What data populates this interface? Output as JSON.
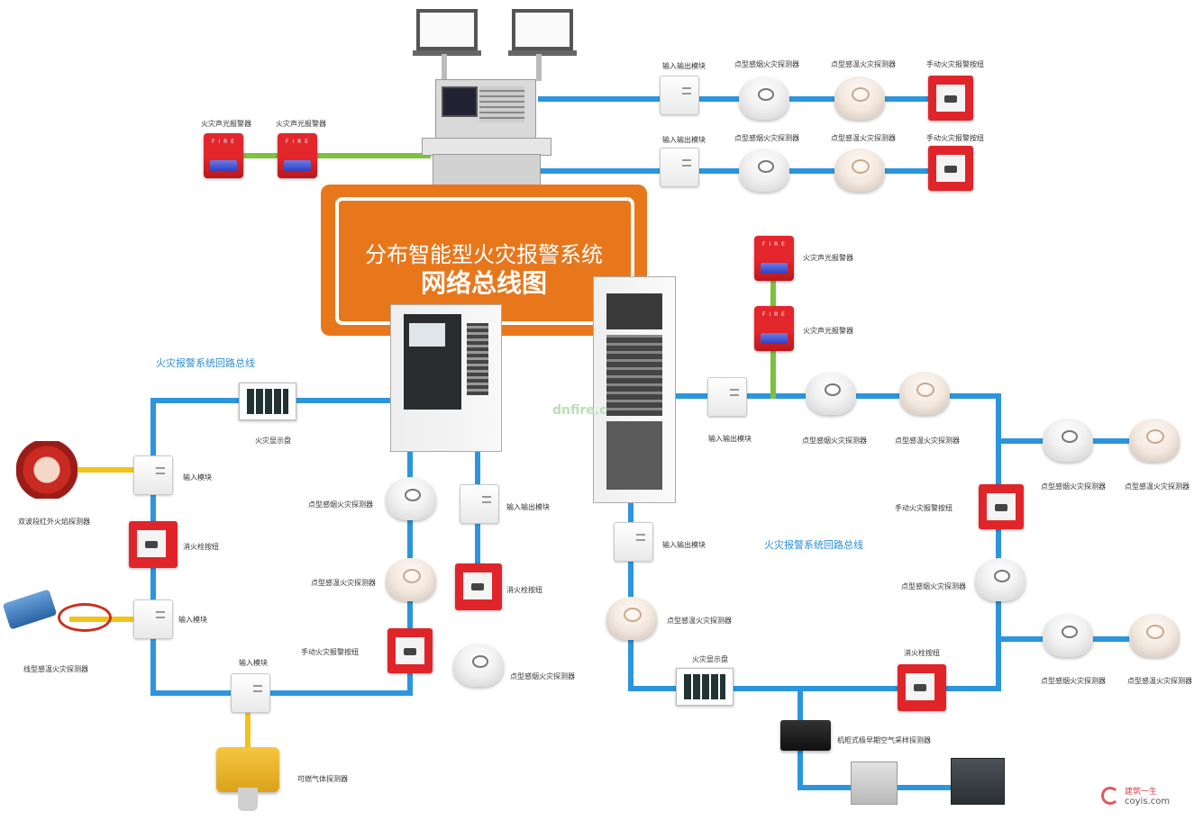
{
  "title": {
    "line1": "分布智能型火灾报警系统",
    "line2": "网络总线图"
  },
  "watermarks": {
    "center": "dnfire.c",
    "corner_top": "建筑一生",
    "corner_bottom": "coyis.com"
  },
  "bus_labels": {
    "left": "火灾报警系统回路总线",
    "right": "火灾报警系统回路总线"
  },
  "labels": {
    "top_io_1": "输入输出模块",
    "top_smoke_1": "点型感烟火灾探测器",
    "top_heat_1": "点型感温火灾探测器",
    "top_manual_1": "手动火灾报警按纽",
    "top_io_2": "输入输出模块",
    "top_smoke_2": "点型感烟火灾探测器",
    "top_heat_2": "点型感温火灾探测器",
    "top_manual_2": "手动火灾报警按纽",
    "strobe_1": "火灾声光报警器",
    "strobe_2": "火灾声光报警器",
    "left_display": "火灾显示盘",
    "left_input_1": "输入模块",
    "flame_detector": "双波段红外火焰探测器",
    "hydrant_button_left": "消火栓按纽",
    "left_input_2": "输入模块",
    "linear_heat": "线型感温火灾探测器",
    "bottom_input": "输入模块",
    "gas_detector": "可燃气体探测器",
    "mid_smoke_1": "点型感烟火灾探测器",
    "mid_heat": "点型感温火灾探测器",
    "mid_manual": "手动火灾报警按纽",
    "mid_io": "输入输出模块",
    "mid_hydrant": "消火栓按纽",
    "mid_smoke_2": "点型感烟火灾探测器",
    "right_strobe_1": "火灾声光报警器",
    "right_strobe_2": "火灾声光报警器",
    "right_io": "输入输出模块",
    "right_smoke": "点型感烟火灾探测器",
    "right_heat": "点型感温火灾探测器",
    "far_smoke_1": "点型感烟火灾探测器",
    "far_heat_1": "点型感温火灾探测器",
    "right_manual": "手动火灾报警按纽",
    "right_smoke_mid": "点型感烟火灾探测器",
    "far_smoke_2": "点型感烟火灾探测器",
    "far_heat_2": "点型感温火灾探测器",
    "lower_io": "输入输出模块",
    "lower_heat": "点型感温火灾探测器",
    "lower_display": "火灾显示盘",
    "lower_hydrant": "消火栓按纽",
    "aspirating": "机柜式极早期空气采样探测器"
  },
  "colors": {
    "bus": "#2c95dd",
    "green_link": "#7dc23d",
    "yellow_link": "#f2c21b",
    "title_bg": "#e8771c"
  }
}
